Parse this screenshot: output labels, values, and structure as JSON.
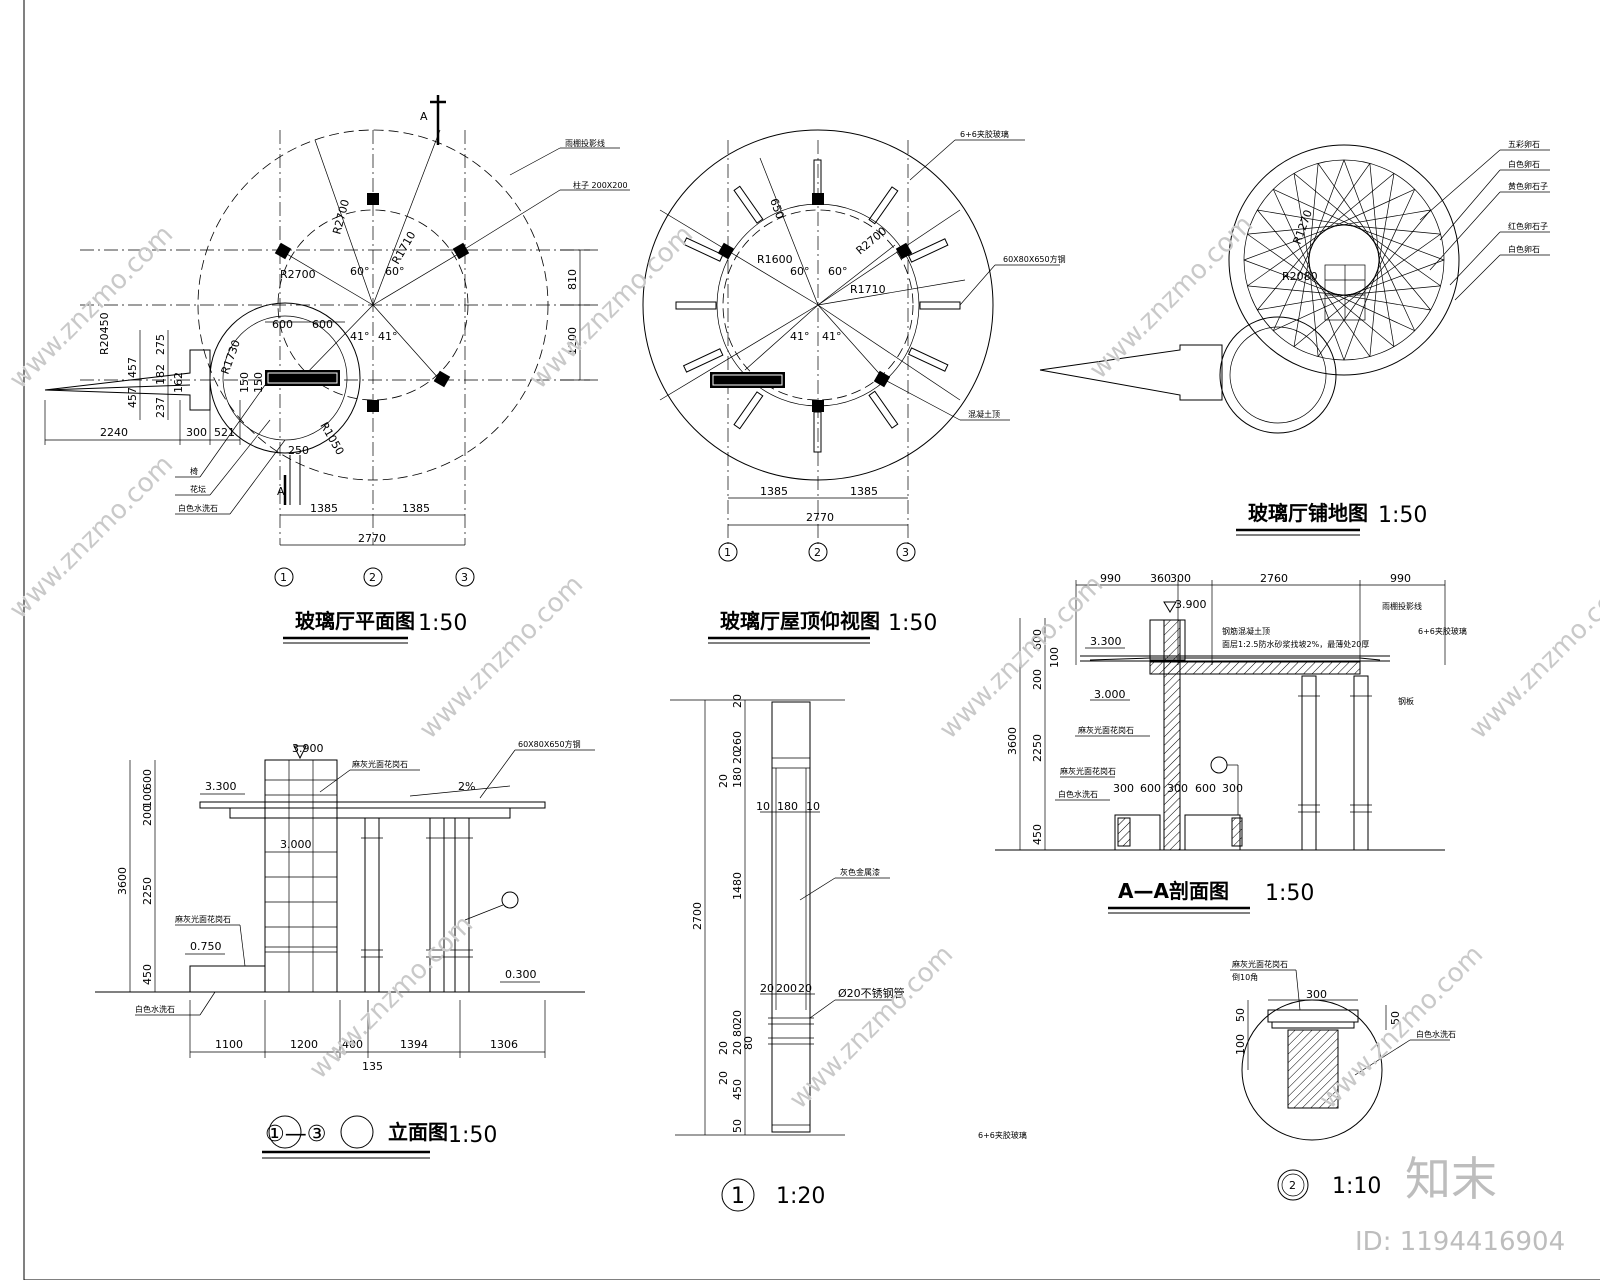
{
  "titles": {
    "plan": "玻璃厅平面图",
    "ceiling": "玻璃厅屋顶仰视图",
    "paving": "玻璃厅铺地图",
    "section": "A—A剖面图",
    "elevation_symbol": "①—③",
    "elevation": "立面图",
    "detail1_num": "1",
    "detail2_num": "2"
  },
  "scales": {
    "plan": "1:50",
    "ceiling": "1:50",
    "paving": "1:50",
    "section": "1:50",
    "elevation": "1:50",
    "detail1": "1:20",
    "detail2": "1:10"
  },
  "axes": [
    "1",
    "2",
    "3"
  ],
  "section_mark": "A",
  "plan": {
    "radii": [
      "R2700",
      "R1710",
      "R2700",
      "R1730",
      "R1050",
      "R20450"
    ],
    "angles": [
      "60°",
      "60°",
      "41°",
      "41°"
    ],
    "dims_bottom": [
      "1385",
      "1385",
      "2770"
    ],
    "dims_left": [
      "2240",
      "300",
      "521"
    ],
    "dims_right": [
      "810",
      "1200"
    ],
    "dims_small": [
      "600",
      "600",
      "275",
      "457",
      "182",
      "162",
      "237",
      "457",
      "150",
      "150",
      "250"
    ],
    "labels": [
      "雨棚投影线",
      "柱子 200X200",
      "椅",
      "花坛",
      "白色水洗石"
    ]
  },
  "ceiling": {
    "radii": [
      "R1600",
      "R2700",
      "R1710"
    ],
    "angles": [
      "60°",
      "60°",
      "41°",
      "41°"
    ],
    "dims_top": [
      "650"
    ],
    "dims_bottom": [
      "1385",
      "1385",
      "2770"
    ],
    "labels": [
      "6+6夹胶玻璃",
      "60X80X650方钢",
      "混凝土顶"
    ]
  },
  "paving": {
    "radii": [
      "R1270",
      "R2080"
    ],
    "labels": [
      "五彩卵石",
      "白色卵石",
      "黄色卵石子",
      "红色卵石子",
      "白色卵石"
    ]
  },
  "section": {
    "dims_top": [
      "990",
      "360",
      "300",
      "2760",
      "990"
    ],
    "level_top": "3.900",
    "level_roof": "3.300",
    "level_beam": "3.000",
    "dims_left_outer": [
      "3600"
    ],
    "dims_left_inner": [
      "600",
      "100",
      "200",
      "2250",
      "450"
    ],
    "dims_seat": [
      "300",
      "600",
      "300",
      "600",
      "300"
    ],
    "labels": [
      "钢筋混凝土顶",
      "面层1:2.5防水砂浆找坡2%，最薄处20厚",
      "雨棚投影线",
      "6+6夹胶玻璃",
      "钢板",
      "麻灰光面花岗石",
      "麻灰光面花岗石",
      "白色水洗石"
    ]
  },
  "elevation": {
    "level_top": "3.900",
    "level_roof": "3.300",
    "level_beam": "3.000",
    "level_seat": "0.750",
    "level_ground": "0.300",
    "slope": "2%",
    "dims_left_outer": [
      "3600"
    ],
    "dims_left_inner": [
      "600",
      "100",
      "200",
      "2250",
      "450"
    ],
    "dims_bottom": [
      "1100",
      "1200",
      "400",
      "1394",
      "1306"
    ],
    "dim_extra": "135",
    "labels": [
      "麻灰光面花岗石",
      "60X80X650方钢",
      "麻灰光面花岗石",
      "白色水洗石"
    ]
  },
  "column_detail": {
    "dims_left": [
      "2700"
    ],
    "dims_right": [
      "20",
      "260",
      "20",
      "180",
      "20",
      "1480",
      "20",
      "20",
      "20",
      "80",
      "80",
      "20",
      "450",
      "50"
    ],
    "dims_width": [
      "10",
      "180",
      "10"
    ],
    "dims_ring": [
      "20",
      "200",
      "20"
    ],
    "labels": [
      "灰色金属漆",
      "Ø20不锈钢管"
    ]
  },
  "seat_detail": {
    "dim_top": "300",
    "dims_left": [
      "100",
      "50"
    ],
    "dim_right": "50",
    "labels": [
      "麻灰光面花岗石",
      "倒10角",
      "白色水洗石"
    ]
  },
  "loose_note": "6+6夹胶玻璃",
  "watermark": {
    "site": "www.znzmo.com",
    "brand": "知末",
    "image_id": "ID: 1194416904"
  }
}
